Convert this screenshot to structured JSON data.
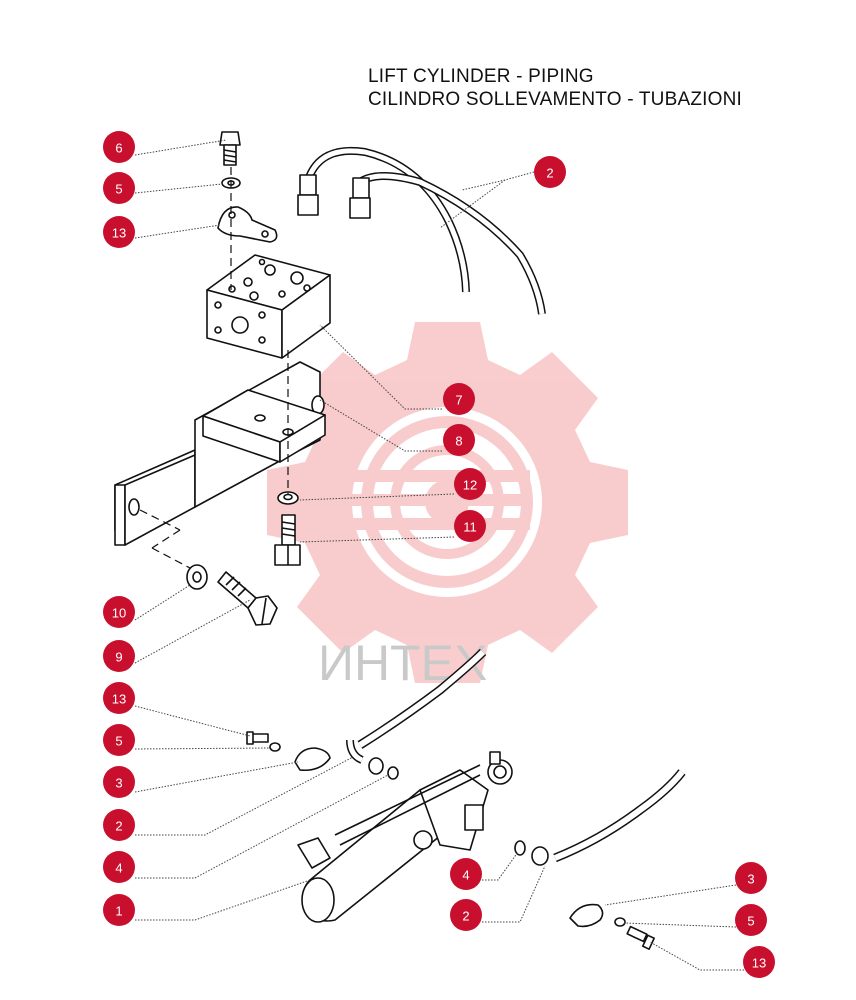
{
  "title": {
    "line1": "LIFT CYLINDER - PIPING",
    "line2": "CILINDRO SOLLEVAMENTO - TUBAZIONI"
  },
  "watermark": {
    "text": "ИНТЕХ",
    "icon": "gear-logo-icon",
    "color": "#e84a4a"
  },
  "callout_color": "#c8102e",
  "callouts": [
    {
      "label": "6"
    },
    {
      "label": "5"
    },
    {
      "label": "13"
    },
    {
      "label": "2"
    },
    {
      "label": "7"
    },
    {
      "label": "8"
    },
    {
      "label": "12"
    },
    {
      "label": "11"
    },
    {
      "label": "10"
    },
    {
      "label": "9"
    },
    {
      "label": "13"
    },
    {
      "label": "5"
    },
    {
      "label": "3"
    },
    {
      "label": "2"
    },
    {
      "label": "4"
    },
    {
      "label": "1"
    },
    {
      "label": "4"
    },
    {
      "label": "2"
    },
    {
      "label": "3"
    },
    {
      "label": "5"
    },
    {
      "label": "13"
    }
  ]
}
